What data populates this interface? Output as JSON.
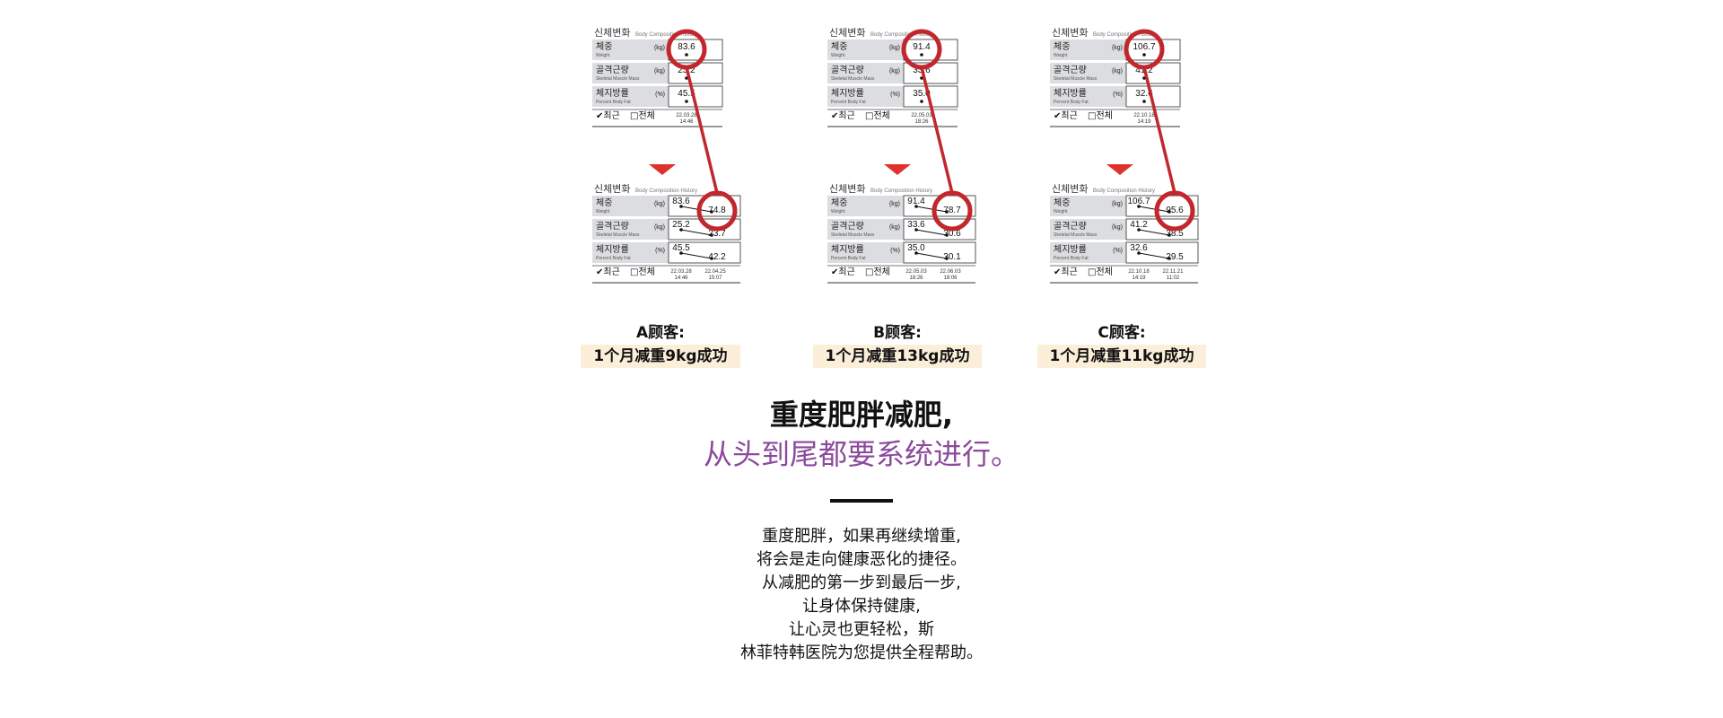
{
  "panel": {
    "title": "신체변화",
    "subtitle": "Body Composition History",
    "rows": [
      {
        "ko": "체중",
        "en": "Weight",
        "unit": "(kg)"
      },
      {
        "ko": "골격근량",
        "en": "Skeletal Muscle Mass",
        "unit": "(kg)"
      },
      {
        "ko": "체지방률",
        "en": "Percent Body Fat",
        "unit": "(%)"
      }
    ],
    "recent": "최근",
    "all": "전체"
  },
  "colors": {
    "accent_red": "#c1272d",
    "arrow_red": "#e0322c",
    "purple": "#8b4a9c",
    "caption_bg": "#fcefd9"
  },
  "cases": [
    {
      "name": "A顾客:",
      "result": "1个月减重9kg成功",
      "before": {
        "values": [
          "83.6",
          "25.2",
          "45.5"
        ],
        "date": "22.03.28",
        "time": "14:46"
      },
      "after": {
        "prev": [
          "83.6",
          "25.2",
          "45.5"
        ],
        "curr": [
          "74.8",
          "23.7",
          "42.2"
        ],
        "dates": [
          {
            "date": "22.03.28",
            "time": "14:46"
          },
          {
            "date": "22.04.25",
            "time": "15:07"
          }
        ]
      }
    },
    {
      "name": "B顾客:",
      "result": "1个月减重13kg成功",
      "before": {
        "values": [
          "91.4",
          "33.6",
          "35.0"
        ],
        "date": "22.05.03",
        "time": "18:26"
      },
      "after": {
        "prev": [
          "91.4",
          "33.6",
          "35.0"
        ],
        "curr": [
          "78.7",
          "30.6",
          "30.1"
        ],
        "dates": [
          {
            "date": "22.05.03",
            "time": "18:26"
          },
          {
            "date": "22.06.03",
            "time": "18:06"
          }
        ]
      }
    },
    {
      "name": "C顾客:",
      "result": "1个月减重11kg成功",
      "before": {
        "values": [
          "106.7",
          "41.2",
          "32.6"
        ],
        "date": "22.10.18",
        "time": "14:19"
      },
      "after": {
        "prev": [
          "106.7",
          "41.2",
          "32.6"
        ],
        "curr": [
          "95.6",
          "38.5",
          "29.5"
        ],
        "dates": [
          {
            "date": "22.10.18",
            "time": "14:19"
          },
          {
            "date": "22.11.21",
            "time": "11:02"
          }
        ]
      }
    }
  ],
  "headline": {
    "line1": "重度肥胖减肥,",
    "line2": "从头到尾都要系统进行。"
  },
  "body": [
    "重度肥胖，如果再继续增重,",
    "将会是走向健康恶化的捷径。",
    "从减肥的第一步到最后一步,",
    "让身体保持健康,",
    "让心灵也更轻松，斯",
    "林菲特韩医院为您提供全程帮助。"
  ]
}
